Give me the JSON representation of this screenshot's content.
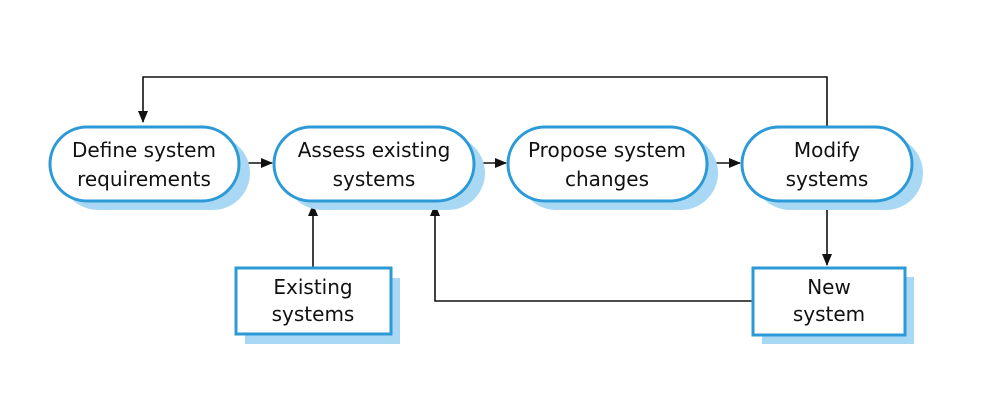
{
  "nodes": {
    "define": {
      "line1": "Define system",
      "line2": "requirements"
    },
    "assess": {
      "line1": "Assess existing",
      "line2": "systems"
    },
    "propose": {
      "line1": "Propose system",
      "line2": "changes"
    },
    "modify": {
      "line1": "Modify",
      "line2": "systems"
    },
    "existing": {
      "line1": "Existing",
      "line2": "systems"
    },
    "new_system": {
      "line1": "New",
      "line2": "system"
    }
  },
  "colors": {
    "border": "#2c9ad6",
    "shadow": "#a9d8f5",
    "arrow": "#111111",
    "text": "#111111"
  }
}
